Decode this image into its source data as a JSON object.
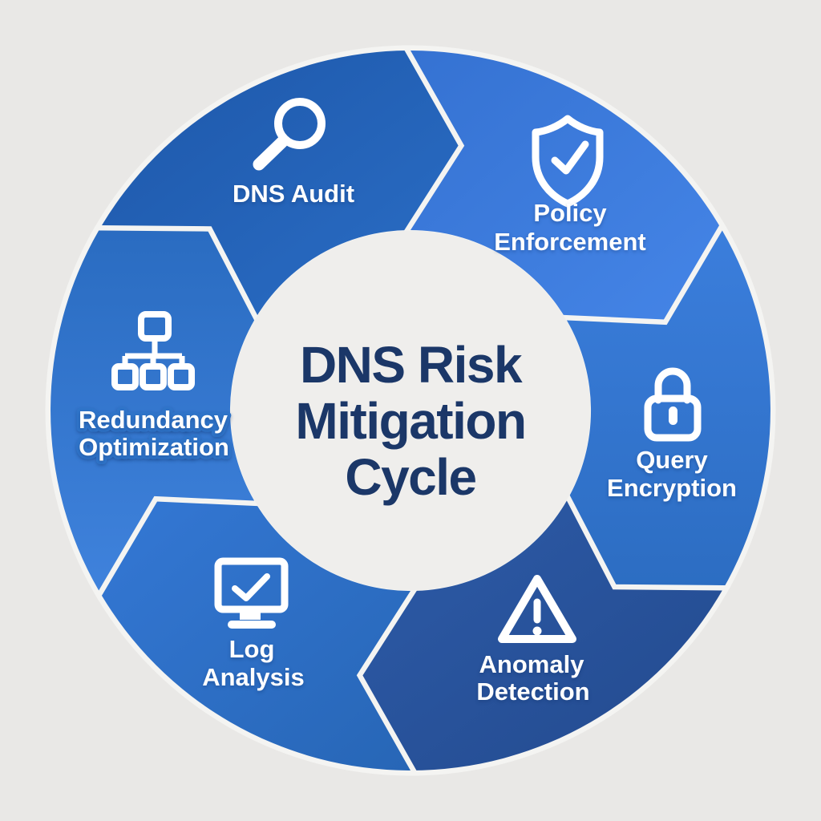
{
  "title": {
    "lines": [
      "DNS Risk",
      "Mitigation",
      "Cycle"
    ]
  },
  "colors": {
    "background": "#e9e8e6",
    "segment_gap": "#f4f4f2",
    "center_circle": "#efeeec",
    "title_text": "#1b3768",
    "label_text": "#ffffff"
  },
  "segments": [
    {
      "id": "dns-audit",
      "icon": "magnifier-icon",
      "label_lines": [
        "DNS Audit",
        ""
      ],
      "color_start": "#1d57a9",
      "color_end": "#2b6ec6"
    },
    {
      "id": "policy-enforcement",
      "icon": "shield-check-icon",
      "label_lines": [
        "Policy",
        "Enforcement"
      ],
      "color_start": "#3572d2",
      "color_end": "#4585e7"
    },
    {
      "id": "query-encryption",
      "icon": "lock-icon",
      "label_lines": [
        "Query",
        "Encryption"
      ],
      "color_start": "#3b7edc",
      "color_end": "#2c6dc2"
    },
    {
      "id": "anomaly-detection",
      "icon": "warning-triangle-icon",
      "label_lines": [
        "Anomaly",
        "Detection"
      ],
      "color_start": "#2d5ba8",
      "color_end": "#234a8e"
    },
    {
      "id": "log-analysis",
      "icon": "monitor-check-icon",
      "label_lines": [
        "Log",
        "Analysis"
      ],
      "color_start": "#3478d5",
      "color_end": "#2766b6"
    },
    {
      "id": "redundancy-optimization",
      "icon": "hierarchy-icon",
      "label_lines": [
        "Redundancy",
        "Optimization"
      ],
      "color_start": "#2a6cc1",
      "color_end": "#3f82dc"
    }
  ]
}
